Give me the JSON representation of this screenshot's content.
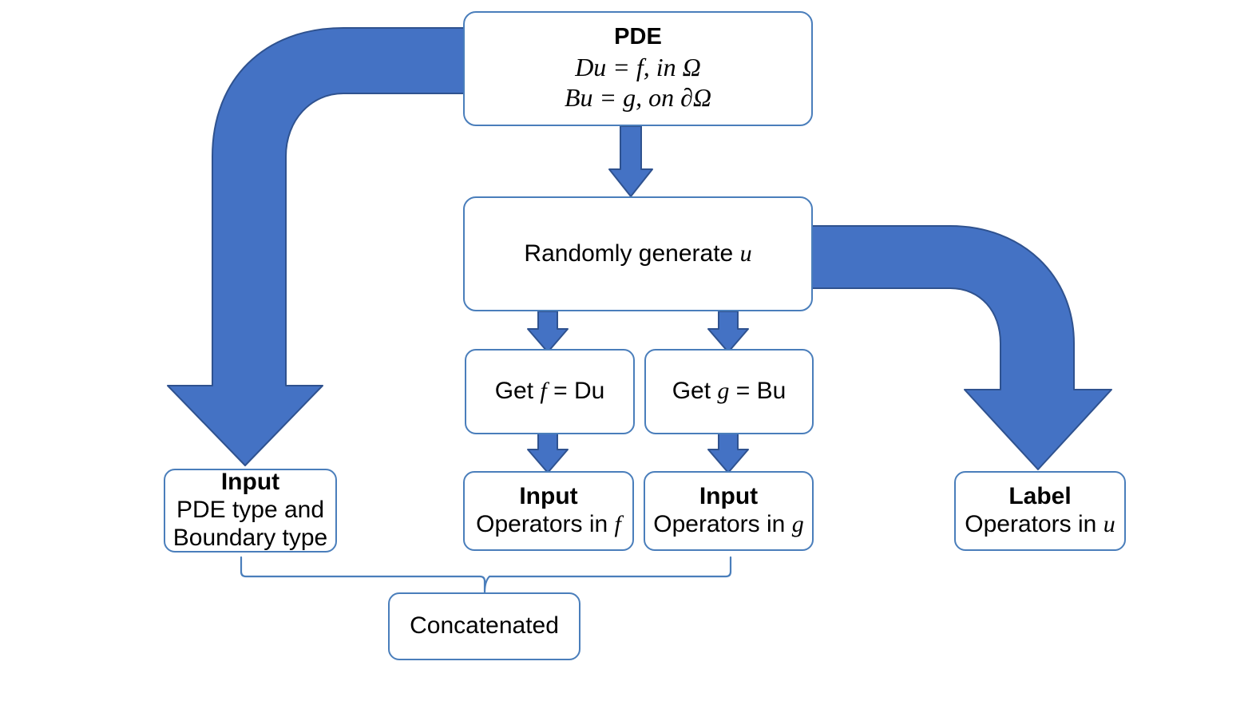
{
  "diagram": {
    "title": "PDE dataset generation flowchart",
    "colors": {
      "arrow_fill": "#4472C4",
      "arrow_stroke": "#2F528F",
      "box_border": "#4a7ebb",
      "connector": "#4a7ebb",
      "text": "#000000",
      "background": "#ffffff"
    },
    "nodes": {
      "pde": {
        "name": "PDE",
        "title": "PDE",
        "equation_1": "Du = f, in Ω",
        "equation_2": "Bu = g, on ∂Ω"
      },
      "random": {
        "text": "Randomly generate u"
      },
      "get_f": {
        "text": "Get f = Du"
      },
      "get_g": {
        "text": "Get g = Bu"
      },
      "input_pde": {
        "title": "Input",
        "line_1": "PDE type and",
        "line_2": "Boundary type"
      },
      "input_f": {
        "title": "Input",
        "line_1": "Operators in f"
      },
      "input_g": {
        "title": "Input",
        "line_1": "Operators in g"
      },
      "label_u": {
        "title": "Label",
        "line_1": "Operators in u"
      },
      "concatenated": {
        "text": "Concatenated"
      }
    },
    "arrows": [
      {
        "id": "pde-to-input-pde",
        "from": "pde",
        "to": "input_pde",
        "style": "elbow-left-down"
      },
      {
        "id": "pde-to-random",
        "from": "pde",
        "to": "random",
        "style": "straight-down"
      },
      {
        "id": "random-to-get-f",
        "from": "random",
        "to": "get_f",
        "style": "straight-down"
      },
      {
        "id": "random-to-get-g",
        "from": "random",
        "to": "get_g",
        "style": "straight-down"
      },
      {
        "id": "random-to-label-u",
        "from": "random",
        "to": "label_u",
        "style": "elbow-right-down"
      },
      {
        "id": "get-f-to-input-f",
        "from": "get_f",
        "to": "input_f",
        "style": "straight-down"
      },
      {
        "id": "get-g-to-input-g",
        "from": "get_g",
        "to": "input_g",
        "style": "straight-down"
      }
    ],
    "connectors": [
      {
        "id": "concat-bracket",
        "from": [
          "input_pde",
          "input_f",
          "input_g"
        ],
        "to": "concatenated",
        "style": "brace"
      }
    ]
  }
}
